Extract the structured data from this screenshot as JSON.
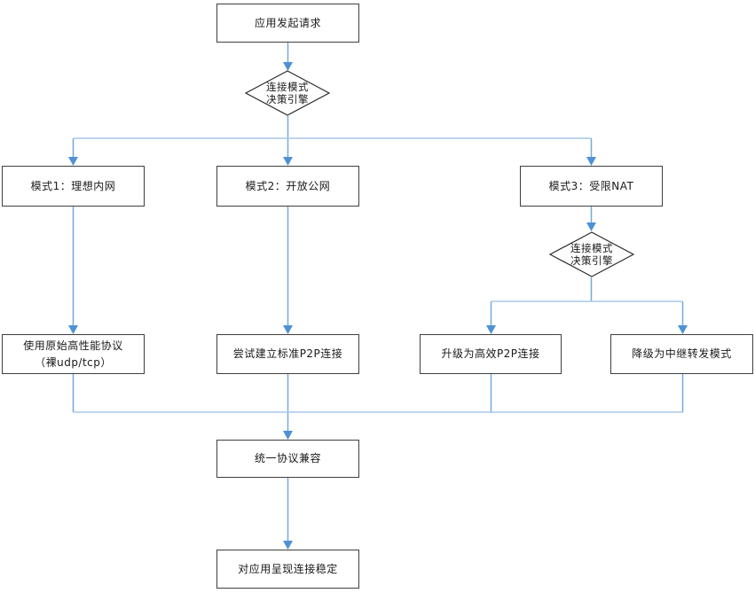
{
  "diagram": {
    "type": "flowchart",
    "colors": {
      "connector_vertical": "#74a9dc",
      "connector_horizontal": "#a7c9e8",
      "arrowhead": "#4e91d5",
      "node_border": "#3f3f3f",
      "node_fill": "#ffffff",
      "text": "#1a1a1a"
    },
    "nodes": {
      "start": {
        "label": "应用发起请求"
      },
      "decision1": {
        "line1": "连接模式",
        "line2": "决策引擎"
      },
      "mode1": {
        "label": "模式1：理想内网"
      },
      "mode2": {
        "label": "模式2：开放公网"
      },
      "mode3": {
        "label": "模式3：受限NAT"
      },
      "decision2": {
        "line1": "连接模式",
        "line2": "决策引擎"
      },
      "raw_protocol": {
        "line1": "使用原始高性能协议",
        "line2": "（裸udp/tcp）"
      },
      "standard_p2p": {
        "label": "尝试建立标准P2P连接"
      },
      "upgrade_p2p": {
        "label": "升级为高效P2P连接"
      },
      "relay_fallback": {
        "label": "降级为中继转发模式"
      },
      "unified_protocol": {
        "label": "统一协议兼容"
      },
      "stable_connection": {
        "label": "对应用呈现连接稳定"
      }
    },
    "edges": [
      "start -> decision1",
      "decision1 -> mode1",
      "decision1 -> mode2",
      "decision1 -> mode3",
      "mode1 -> raw_protocol",
      "mode2 -> standard_p2p",
      "mode3 -> decision2",
      "decision2 -> upgrade_p2p",
      "decision2 -> relay_fallback",
      "raw_protocol -> unified_protocol",
      "standard_p2p -> unified_protocol",
      "upgrade_p2p -> unified_protocol",
      "relay_fallback -> unified_protocol",
      "unified_protocol -> stable_connection"
    ]
  }
}
